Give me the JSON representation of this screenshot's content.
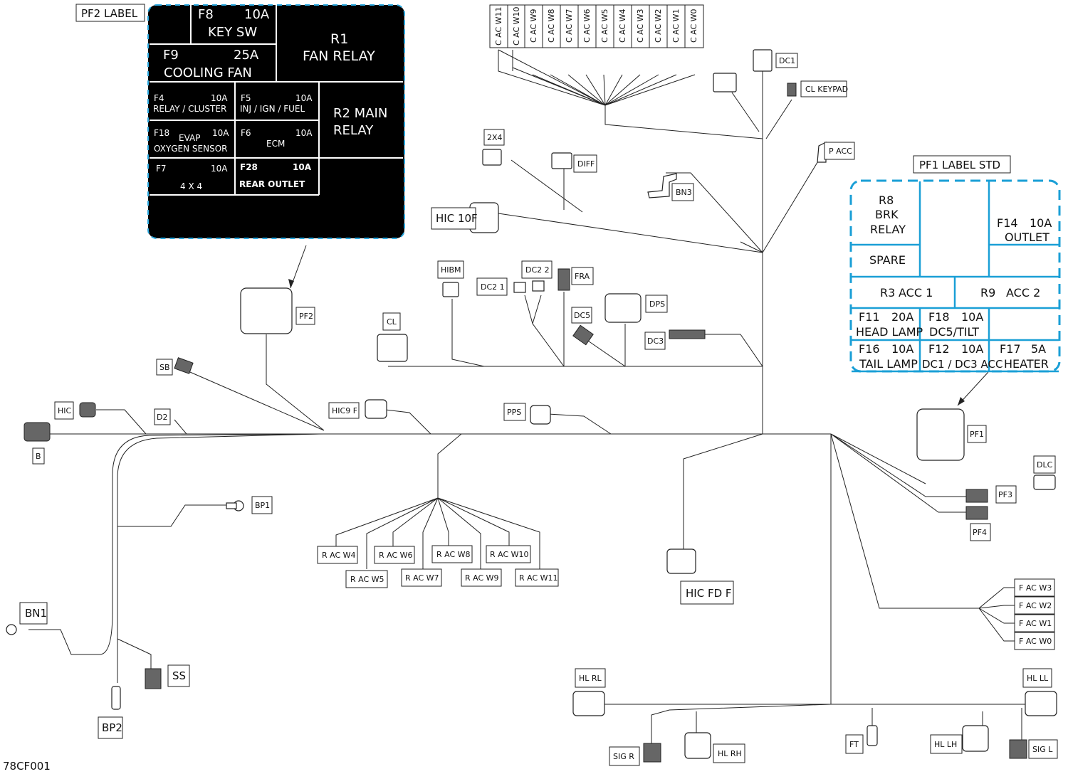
{
  "figure_id": "78CF001",
  "colors": {
    "pf2_background": "#000000",
    "pf2_dash": "#2aa7de",
    "pf1_border": "#1a9fd6",
    "line": "#222222"
  },
  "pf2_label": {
    "title": "PF2 LABEL",
    "f8": "F8",
    "f8_amp": "10A",
    "f8_desc": "KEY SW",
    "f9": "F9",
    "f9_amp": "25A",
    "f9_desc": "COOLING FAN",
    "r1": "R1",
    "r1_desc": "FAN RELAY",
    "f4": "F4",
    "f4_amp": "10A",
    "f4_desc": "RELAY / CLUSTER",
    "f5": "F5",
    "f5_amp": "10A",
    "f5_desc": "INJ / IGN / FUEL",
    "r2_line1": "R2 MAIN",
    "r2_line2": "RELAY",
    "f18": "F18",
    "f18_amp": "10A",
    "f18_evap": "EVAP",
    "f18_desc": "OXYGEN SENSOR",
    "f6": "F6",
    "f6_amp": "10A",
    "f6_desc": "ECM",
    "f7": "F7",
    "f7_amp": "10A",
    "f7_desc": "4 X 4",
    "f28": "F28",
    "f28_amp": "10A",
    "f28_desc": "REAR OUTLET"
  },
  "pf1_label": {
    "title": "PF1 LABEL STD",
    "r8_1": "R8",
    "r8_2": "BRK",
    "r8_3": "RELAY",
    "f14": "F14",
    "f14_amp": "10A",
    "f14_desc": "OUTLET",
    "spare": "SPARE",
    "r3": "R3",
    "r3_desc": "ACC 1",
    "r9": "R9",
    "r9_desc": "ACC 2",
    "f11": "F11",
    "f11_amp": "20A",
    "f11_desc": "HEAD LAMP",
    "f18": "F18",
    "f18_amp": "10A",
    "f18_desc": "DC5/TILT",
    "f16": "F16",
    "f16_amp": "10A",
    "f16_desc": "TAIL LAMP",
    "f12": "F12",
    "f12_amp": "10A",
    "f12_desc": "DC1 / DC3 ACC",
    "f17": "F17",
    "f17_amp": "5A",
    "f17_desc": "HEATER"
  },
  "connectors": {
    "c_ac_w11": "C AC W11",
    "c_ac_w10": "C AC W10",
    "c_ac_w9": "C AC W9",
    "c_ac_w8": "C AC W8",
    "c_ac_w7": "C AC W7",
    "c_ac_w6": "C AC W6",
    "c_ac_w5": "C AC W5",
    "c_ac_w4": "C AC W4",
    "c_ac_w3": "C AC W3",
    "c_ac_w2": "C AC W2",
    "c_ac_w1": "C AC W1",
    "c_ac_w0": "C AC W0",
    "dc1": "DC1",
    "cl_keypad": "CL KEYPAD",
    "p_acc": "P ACC",
    "bn3": "BN3",
    "x2x4": "2X4",
    "diff": "DIFF",
    "hic_10f": "HIC 10F",
    "hibm": "HIBM",
    "dc2_1": "DC2 1",
    "dc2_2": "DC2 2",
    "fra": "FRA",
    "dps": "DPS",
    "dc5": "DC5",
    "dc3": "DC3",
    "cl": "CL",
    "pf2": "PF2",
    "sb": "SB",
    "hic": "HIC",
    "d2": "D2",
    "b": "B",
    "hic9_f": "HIC9 F",
    "pps": "PPS",
    "pf1": "PF1",
    "dlc": "DLC",
    "pf3": "PF3",
    "pf4": "PF4",
    "bp1": "BP1",
    "r_ac_w4": "R AC W4",
    "r_ac_w5": "R AC W5",
    "r_ac_w6": "R AC W6",
    "r_ac_w7": "R AC W7",
    "r_ac_w8": "R AC W8",
    "r_ac_w9": "R AC W9",
    "r_ac_w10": "R AC W10",
    "r_ac_w11": "R AC W11",
    "hic_fd_f": "HIC FD F",
    "f_ac_w3": "F AC W3",
    "f_ac_w2": "F AC W2",
    "f_ac_w1": "F AC W1",
    "f_ac_w0": "F AC W0",
    "bn1": "BN1",
    "ss": "SS",
    "bp2": "BP2",
    "hl_rl": "HL RL",
    "hl_ll": "HL LL",
    "sig_r": "SIG R",
    "hl_rh": "HL RH",
    "ft": "FT",
    "hl_lh": "HL LH",
    "sig_l": "SIG L"
  }
}
